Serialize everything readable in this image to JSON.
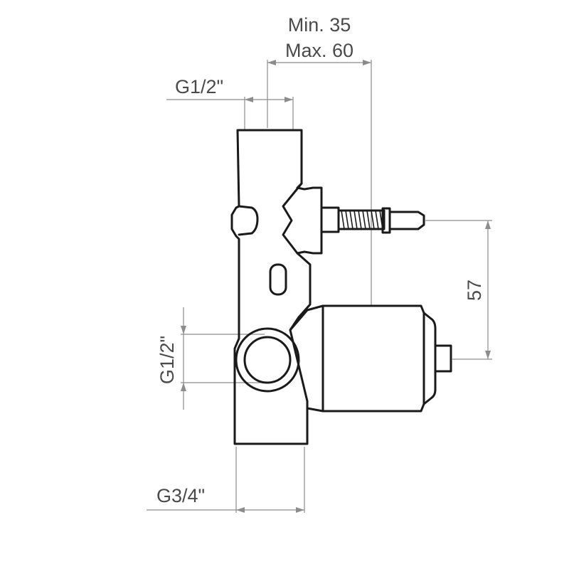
{
  "dimensions": {
    "depth_min": "Min. 35",
    "depth_max": "Max. 60",
    "top_outlet": "G1/2\"",
    "side_outlet": "G1/2\"",
    "bottom_inlet": "G3/4\"",
    "stem_offset": "57"
  },
  "colors": {
    "outline": "#1a1a1a",
    "dimension_lines": "#8c8c8c",
    "text": "#4a4a4a"
  }
}
